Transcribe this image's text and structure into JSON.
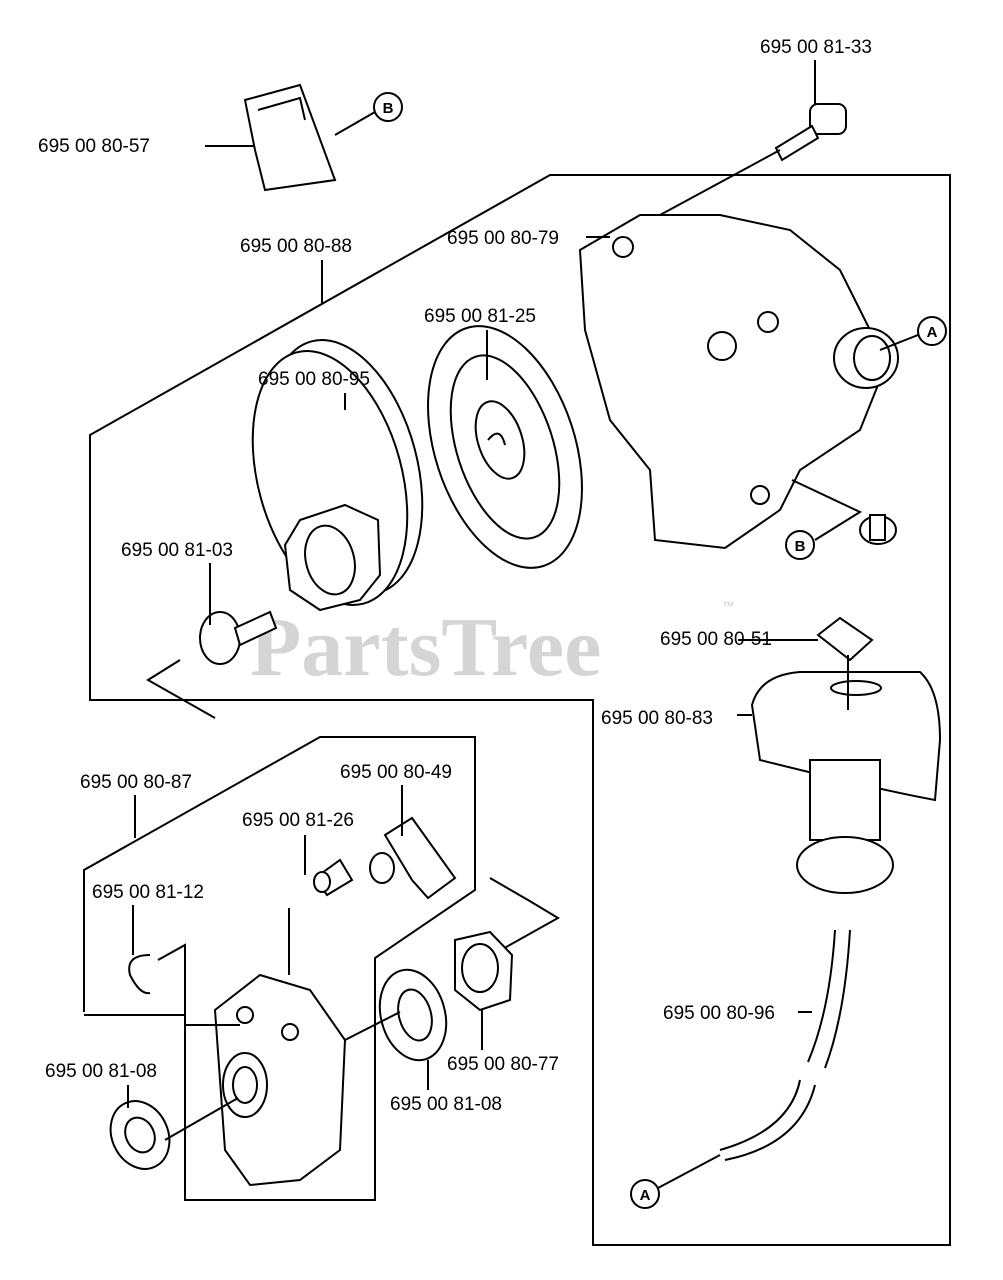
{
  "diagram": {
    "watermark": "PartsTree",
    "watermark_tm": "™",
    "parts": [
      {
        "id": "p8133",
        "label": "695 00 81-33"
      },
      {
        "id": "p8057",
        "label": "695 00 80-57"
      },
      {
        "id": "p8088",
        "label": "695 00 80-88"
      },
      {
        "id": "p8079",
        "label": "695 00 80-79"
      },
      {
        "id": "p8125",
        "label": "695 00 81-25"
      },
      {
        "id": "p8095",
        "label": "695 00 80-95"
      },
      {
        "id": "p8103",
        "label": "695 00 81-03"
      },
      {
        "id": "p8051",
        "label": "695 00 80-51"
      },
      {
        "id": "p8083",
        "label": "695 00 80-83"
      },
      {
        "id": "p8087",
        "label": "695 00 80-87"
      },
      {
        "id": "p8049",
        "label": "695 00 80-49"
      },
      {
        "id": "p8126",
        "label": "695 00 81-26"
      },
      {
        "id": "p8112",
        "label": "695 00 81-12"
      },
      {
        "id": "p8096",
        "label": "695 00 80-96"
      },
      {
        "id": "p8108a",
        "label": "695 00 81-08"
      },
      {
        "id": "p8077",
        "label": "695 00 80-77"
      },
      {
        "id": "p8108b",
        "label": "695 00 81-08"
      }
    ],
    "refs": {
      "b1": "B",
      "a1": "A",
      "b2": "B",
      "a2": "A"
    }
  }
}
